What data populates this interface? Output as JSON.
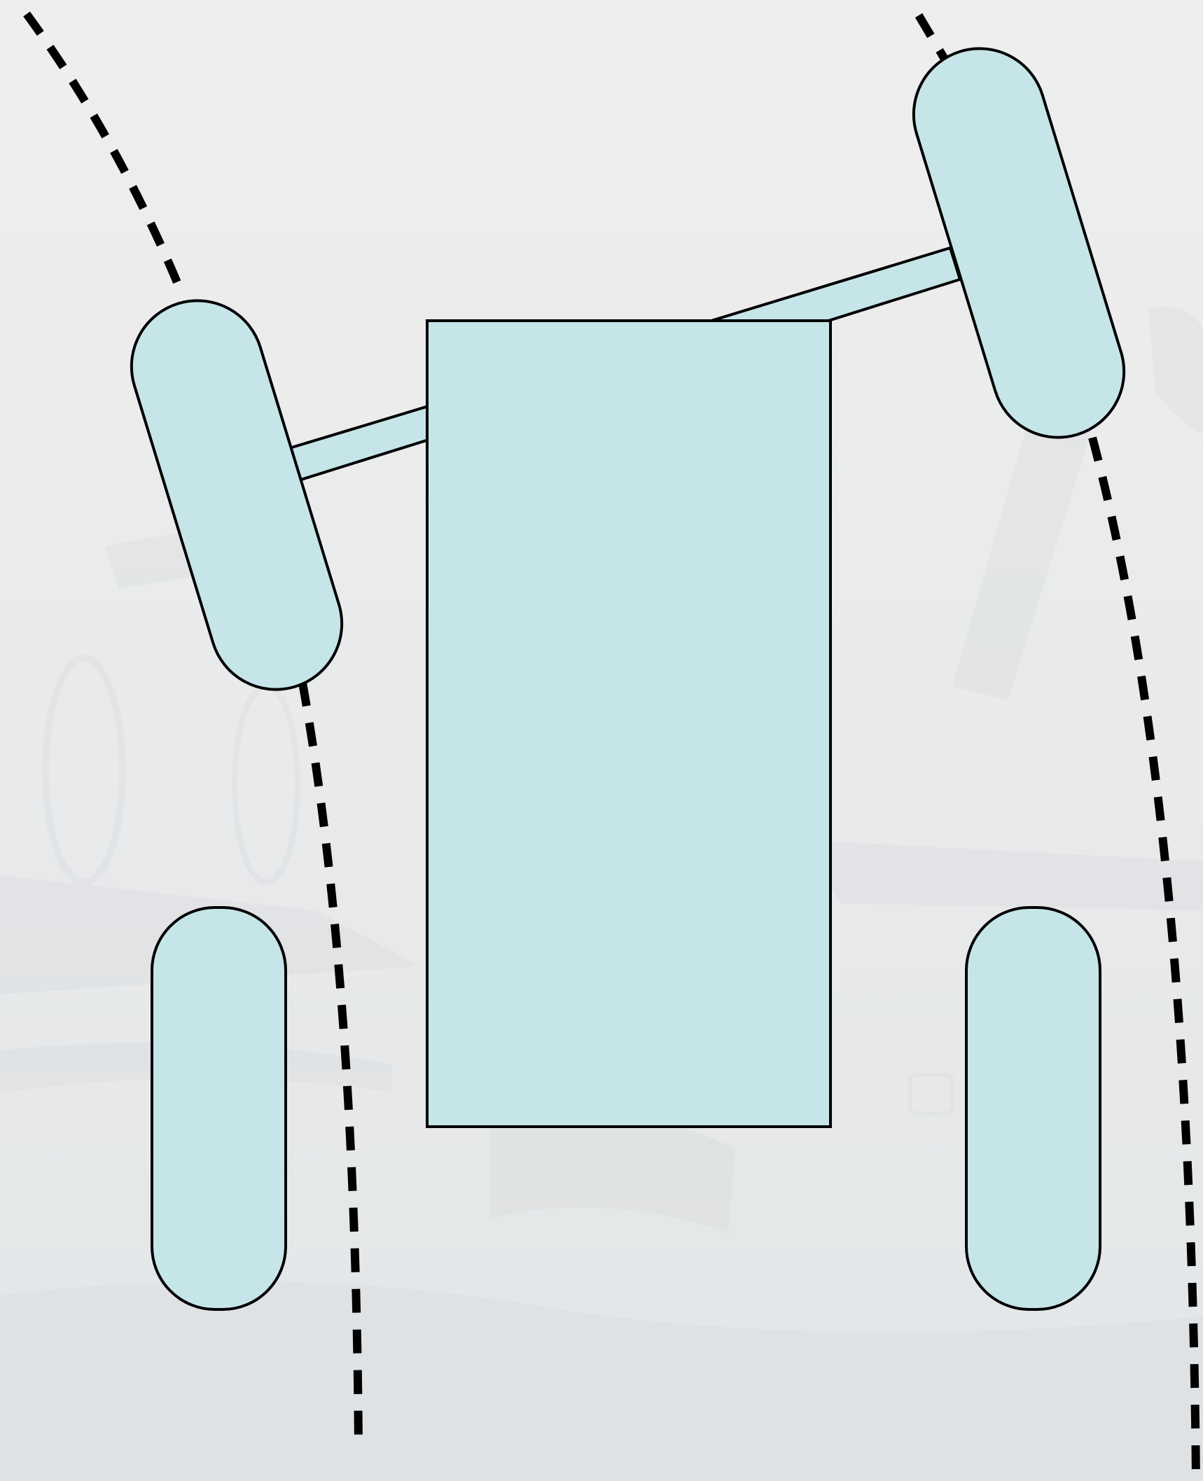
{
  "diagram": {
    "kind": "vehicle-steering-top-view",
    "colors": {
      "background_top": "#eeeeee",
      "background_bottom": "#e3e6e8",
      "background_texture": "#d6dadd",
      "part_fill": "#c6e5e9",
      "outline": "#000000",
      "trajectory": "#000000"
    },
    "parts": {
      "body": "vehicle-body",
      "front_wheels": [
        "front-left-wheel",
        "front-right-wheel"
      ],
      "rear_wheels": [
        "rear-left-wheel",
        "rear-right-wheel"
      ],
      "axle": "front-axle",
      "paths": [
        "left-wheel-path",
        "right-wheel-path"
      ]
    },
    "front_wheels_steered": true,
    "trajectory_style": "dashed"
  }
}
